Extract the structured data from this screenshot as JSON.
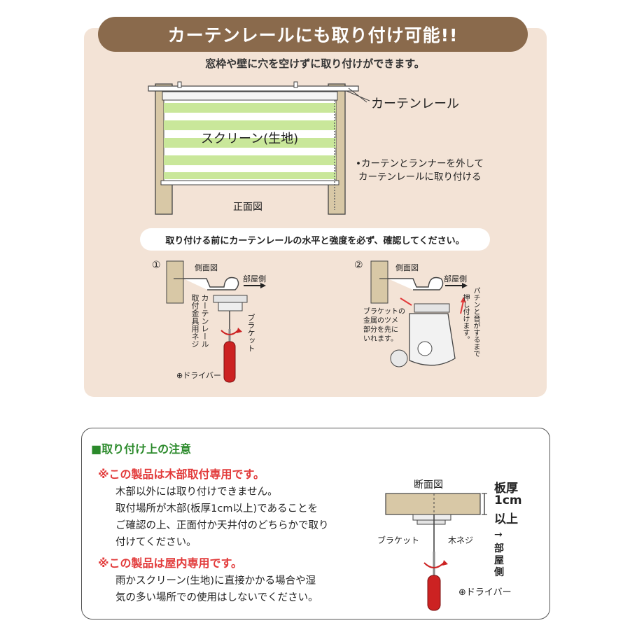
{
  "header": {
    "title": "カーテンレールにも取り付け可能!!",
    "subtitle": "窓枠や壁に穴を空けずに取り付けができます。"
  },
  "front_diagram": {
    "rail_label": "カーテンレール",
    "screen_label": "スクリーン(生地)",
    "view_label": "正面図",
    "tip_line1": "•カーテンとランナーを外して",
    "tip_line2": "カーテンレールに取り付ける"
  },
  "check_note": "取り付ける前にカーテンレールの水平と強度を必ず、確認してください。",
  "step1": {
    "number": "①",
    "view": "側面図",
    "room_side": "部屋側",
    "screw_label_1": "カーテンレール",
    "screw_label_2": "取付金具用ネジ",
    "bracket_label": "ブラケット",
    "driver_label": "⊕ドライバー"
  },
  "step2": {
    "number": "②",
    "view": "側面図",
    "room_side": "部屋側",
    "claw_lines": [
      "ブラケットの",
      "金属のツメ",
      "部分を先に",
      "いれます。"
    ],
    "click_label_1": "パチンと音がするまで",
    "click_label_2": "押し付けます。"
  },
  "cautions": {
    "heading": "■取り付け上の注意",
    "warn1": "※この製品は木部取付専用です。",
    "warn1_lines": [
      "木部以外には取り付けできません。",
      "取付場所が木部(板厚1cm以上)であることを",
      "ご確認の上、正面付か天井付のどちらかで取り",
      "付けてください。"
    ],
    "warn2": "※この製品は屋内専用です。",
    "warn2_lines": [
      "雨かスクリーン(生地)に直接かかる場合や湿",
      "気の多い場所での使用はしないでください。"
    ]
  },
  "section_diagram": {
    "title": "断面図",
    "thickness_label_1": "板厚",
    "thickness_label_2": "1cm",
    "thickness_label_3": "以上",
    "bracket_label": "ブラケット",
    "screw_label": "木ネジ",
    "room_side_arrow": "→",
    "room_side_1": "部",
    "room_side_2": "屋",
    "room_side_3": "側",
    "driver_label": "⊕ドライバー"
  },
  "colors": {
    "panel_bg": "#f3e3d6",
    "title_bar": "#8a6a4c",
    "screen_stripe_green": "#c9e79a",
    "wood_frame": "#d8c8a6",
    "warning_red": "#e23a3a",
    "heading_green": "#2b8a2b",
    "driver_red": "#cc2222"
  }
}
